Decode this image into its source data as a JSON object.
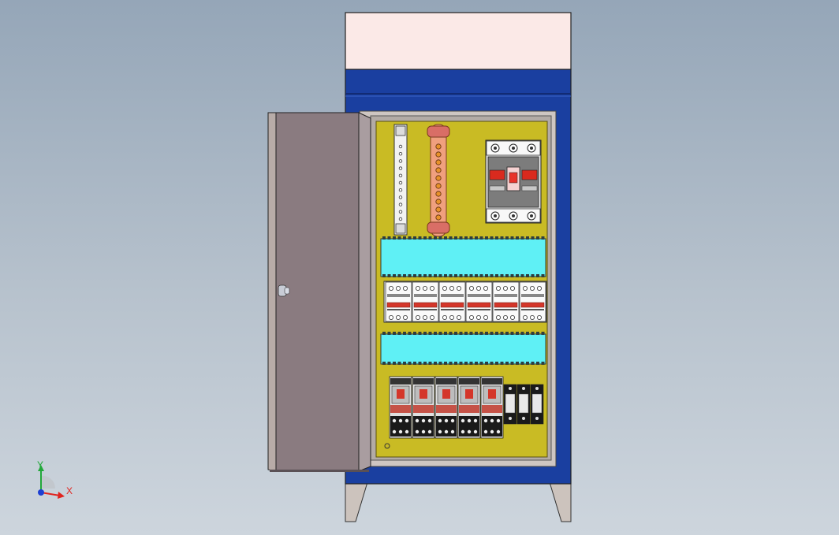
{
  "viewport": {
    "background_top": "#95a6b8",
    "background_bottom": "#cdd5dd"
  },
  "cabinet": {
    "top_panel_color": "#fbe9e7",
    "body_color": "#1a3fa0",
    "door_color": "#8a7b80",
    "backplate_color": "#c9bb24",
    "duct_color": "#5ff0f5",
    "frame_color": "#cec6c2",
    "leg_color": "#ccc3bd"
  },
  "devices": {
    "terminal_strip_count": 11,
    "busbar_hole_count": 10,
    "mcb_count": 6,
    "contactor_count": 5,
    "relay_count": 3
  },
  "triad": {
    "x_label": "X",
    "y_label": "Y",
    "x_color": "#e0241f",
    "y_color": "#22a83a",
    "z_color": "#1d3fd2"
  }
}
